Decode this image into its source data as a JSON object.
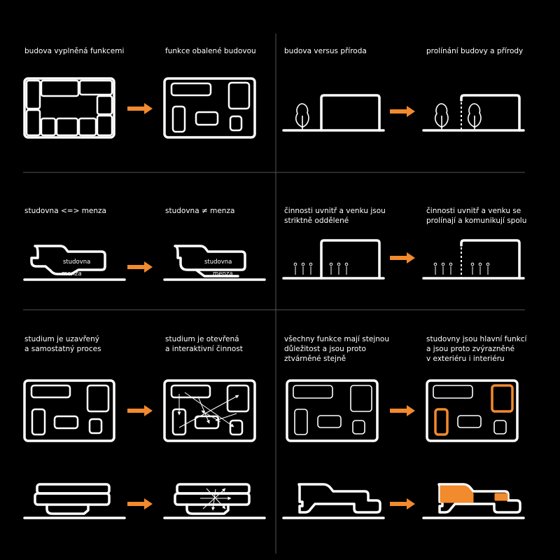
{
  "labels": {
    "r1c1": [
      "budova vyplněná funkcemi"
    ],
    "r1c2": [
      "funkce obalené budovou"
    ],
    "r1c3": [
      "budova versus příroda"
    ],
    "r1c4": [
      "prolínání budovy a přírody"
    ],
    "r2c1": [
      "studovna <=> menza"
    ],
    "r2c2": [
      "studovna ≠ menza"
    ],
    "r2c3": [
      "činnosti uvnitř a venku jsou",
      "striktně oddělené"
    ],
    "r2c4": [
      "činnosti uvnitř a venku se",
      "prolínají a komunikují spolu"
    ],
    "r3c1": [
      "studium je uzavřený",
      "a samostatný proces"
    ],
    "r3c2": [
      "studium je otevřená",
      "a interaktivní činnost"
    ],
    "r3c3": [
      "všechny funkce mají stejnou",
      "důležitost a jsou proto",
      "ztvárněné stejně"
    ],
    "r3c4": [
      "studovny jsou hlavní funkcí",
      "a jsou proto zvýrazněné",
      "v exteriéru i interiéru"
    ]
  },
  "section_texts": {
    "studovna": "studovna",
    "menza": "menza"
  },
  "colors": {
    "background": "#000000",
    "lines": "#ffffff",
    "accent": "#f28a2e",
    "separator": "#555555"
  }
}
